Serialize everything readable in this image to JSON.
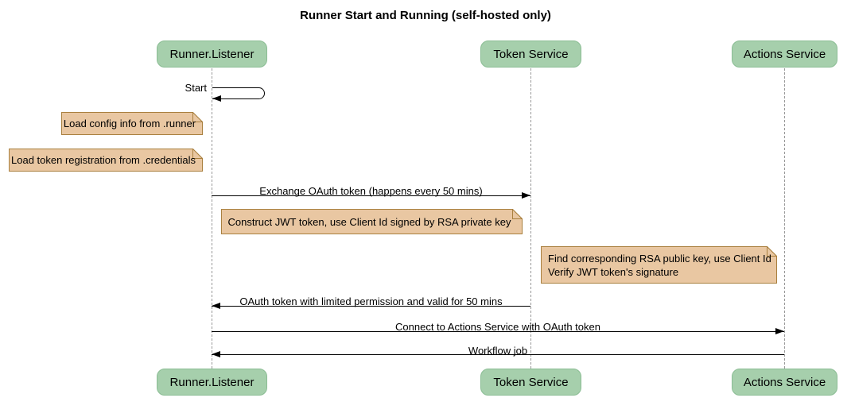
{
  "diagram": {
    "title": "Runner Start and Running (self-hosted only)",
    "participants": [
      {
        "name": "Runner.Listener"
      },
      {
        "name": "Token Service"
      },
      {
        "name": "Actions Service"
      }
    ],
    "self_message": {
      "label": "Start",
      "participant": "Runner.Listener"
    },
    "notes": [
      {
        "text": "Load config info from .runner"
      },
      {
        "text": "Load token registration from .credentials"
      },
      {
        "text": "Construct JWT token, use Client Id signed by RSA private key"
      },
      {
        "line1": "Find corresponding RSA public key, use Client Id",
        "line2": "Verify JWT token's signature"
      }
    ],
    "messages": [
      {
        "label": "Exchange OAuth token (happens every 50 mins)",
        "from": "Runner.Listener",
        "to": "Token Service",
        "direction": "right"
      },
      {
        "label": "OAuth token with limited permission and valid for 50 mins",
        "from": "Token Service",
        "to": "Runner.Listener",
        "direction": "left"
      },
      {
        "label": "Connect to Actions Service with OAuth token",
        "from": "Runner.Listener",
        "to": "Actions Service",
        "direction": "right"
      },
      {
        "label": "Workflow job",
        "from": "Actions Service",
        "to": "Runner.Listener",
        "direction": "left"
      }
    ],
    "colors": {
      "participant_fill": "#A6CFAC",
      "participant_border": "#8BBD94",
      "note_fill": "#E9C7A2",
      "note_border": "#A9803F",
      "lifeline": "#999999",
      "arrow": "#000000"
    }
  }
}
